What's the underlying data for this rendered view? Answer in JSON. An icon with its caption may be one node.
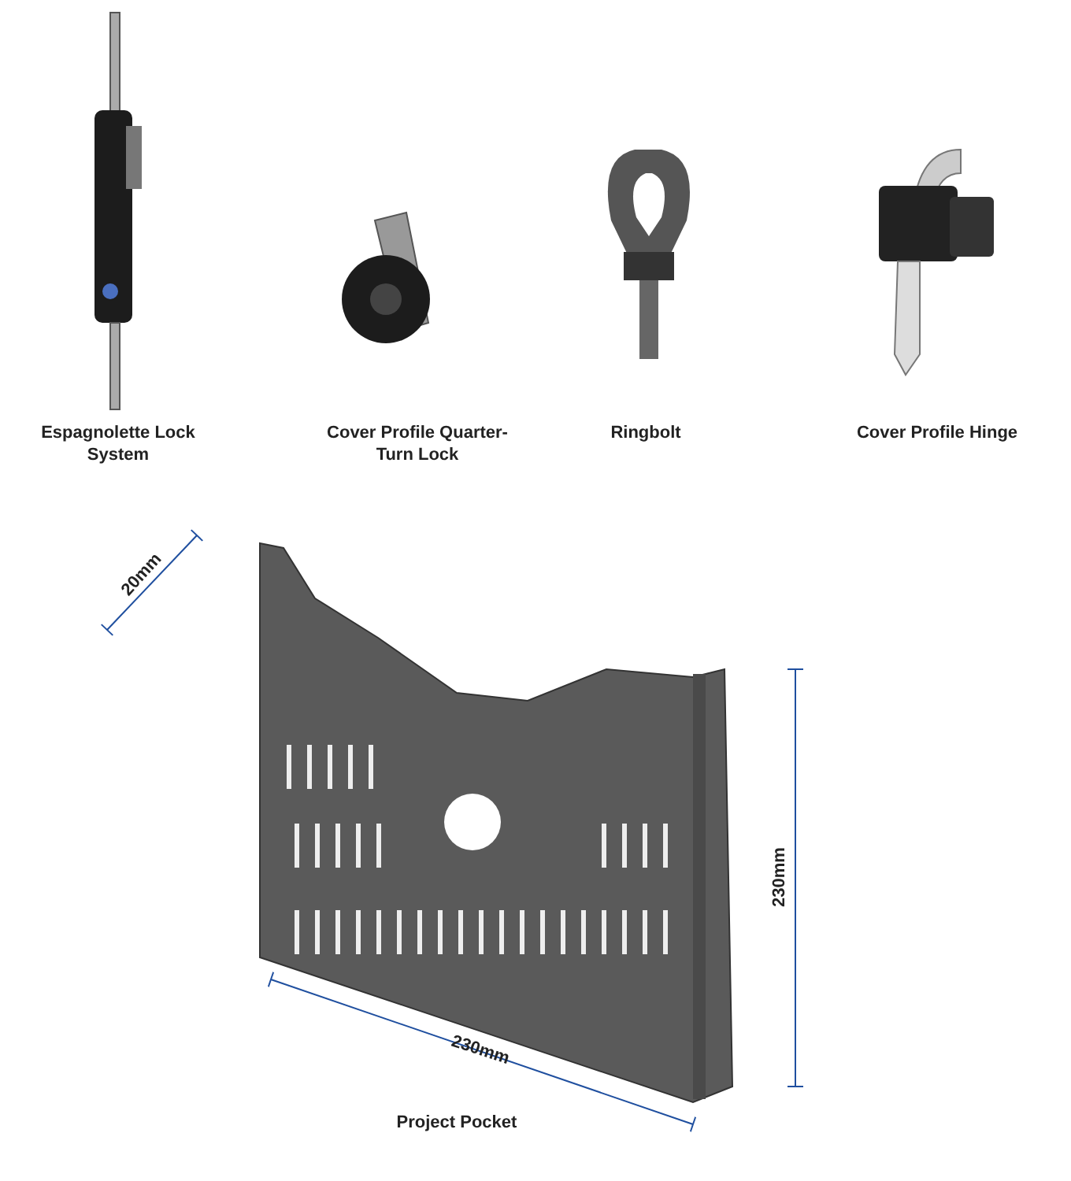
{
  "diagram": {
    "labels": [
      "Espagnolette Lock System",
      "Cover Profile Quarter-Turn Lock",
      "Ringbolt",
      "Cover Profile Hinge",
      "20mm",
      "230mm",
      "230mm",
      "Project Pocket"
    ]
  }
}
